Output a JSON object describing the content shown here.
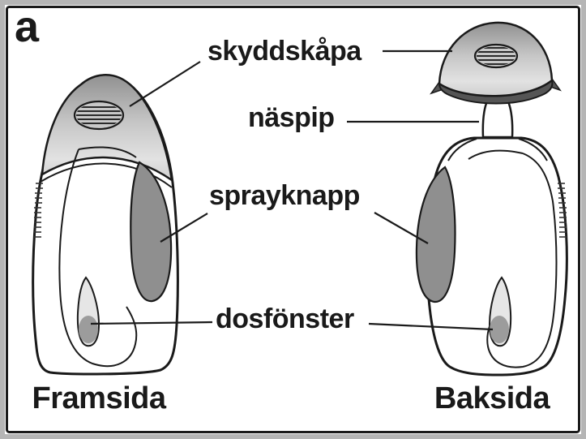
{
  "figure_label": "a",
  "callouts": {
    "cap": "skyddskåpa",
    "nozzle": "näspip",
    "spray_button": "sprayknapp",
    "dose_window": "dosfönster"
  },
  "captions": {
    "front": "Framsida",
    "back": "Baksida"
  },
  "colors": {
    "outline": "#1a1a1a",
    "frame_gray": "#b5b5b5",
    "button_gray": "#8f8f8f",
    "cap_gray_light": "#e2e2e2",
    "cap_gray_dark": "#909090",
    "underside_gray": "#555555",
    "window_gray": "#9c9c9c"
  }
}
